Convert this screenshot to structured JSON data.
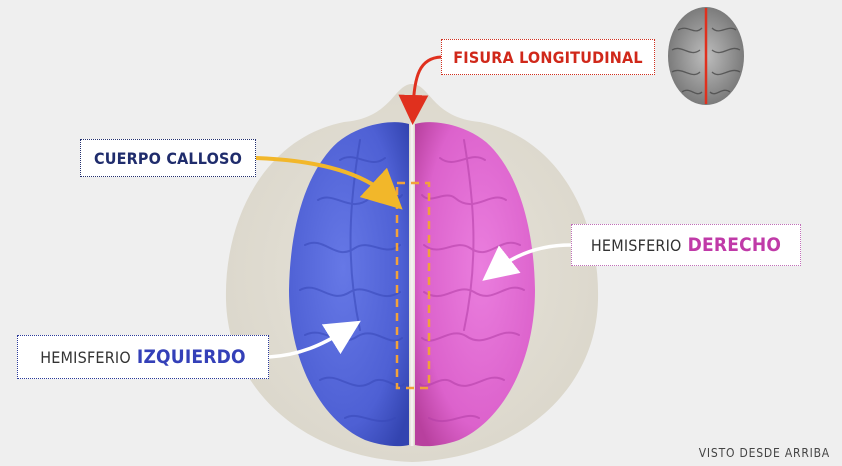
{
  "labels": {
    "longitudinal_fissure": "FISURA LONGITUDINAL",
    "corpus_callosum": "CUERPO CALLOSO",
    "right_hemisphere_prefix": "HEMISFERIO",
    "right_hemisphere_highlight": "DERECHO",
    "left_hemisphere_prefix": "HEMISFERIO",
    "left_hemisphere_highlight": "IZQUIERDO"
  },
  "footer": {
    "view": "VISTO DESDE ARRIBA"
  },
  "colors": {
    "left_hemisphere": "#5466d8",
    "right_hemisphere": "#e06ad0",
    "fissure_arrow": "#e0301e",
    "callosum_arrow": "#f2b72a",
    "callosum_outline": "#f2a23a",
    "skull": "#dcd8cc",
    "background": "#efefef"
  }
}
